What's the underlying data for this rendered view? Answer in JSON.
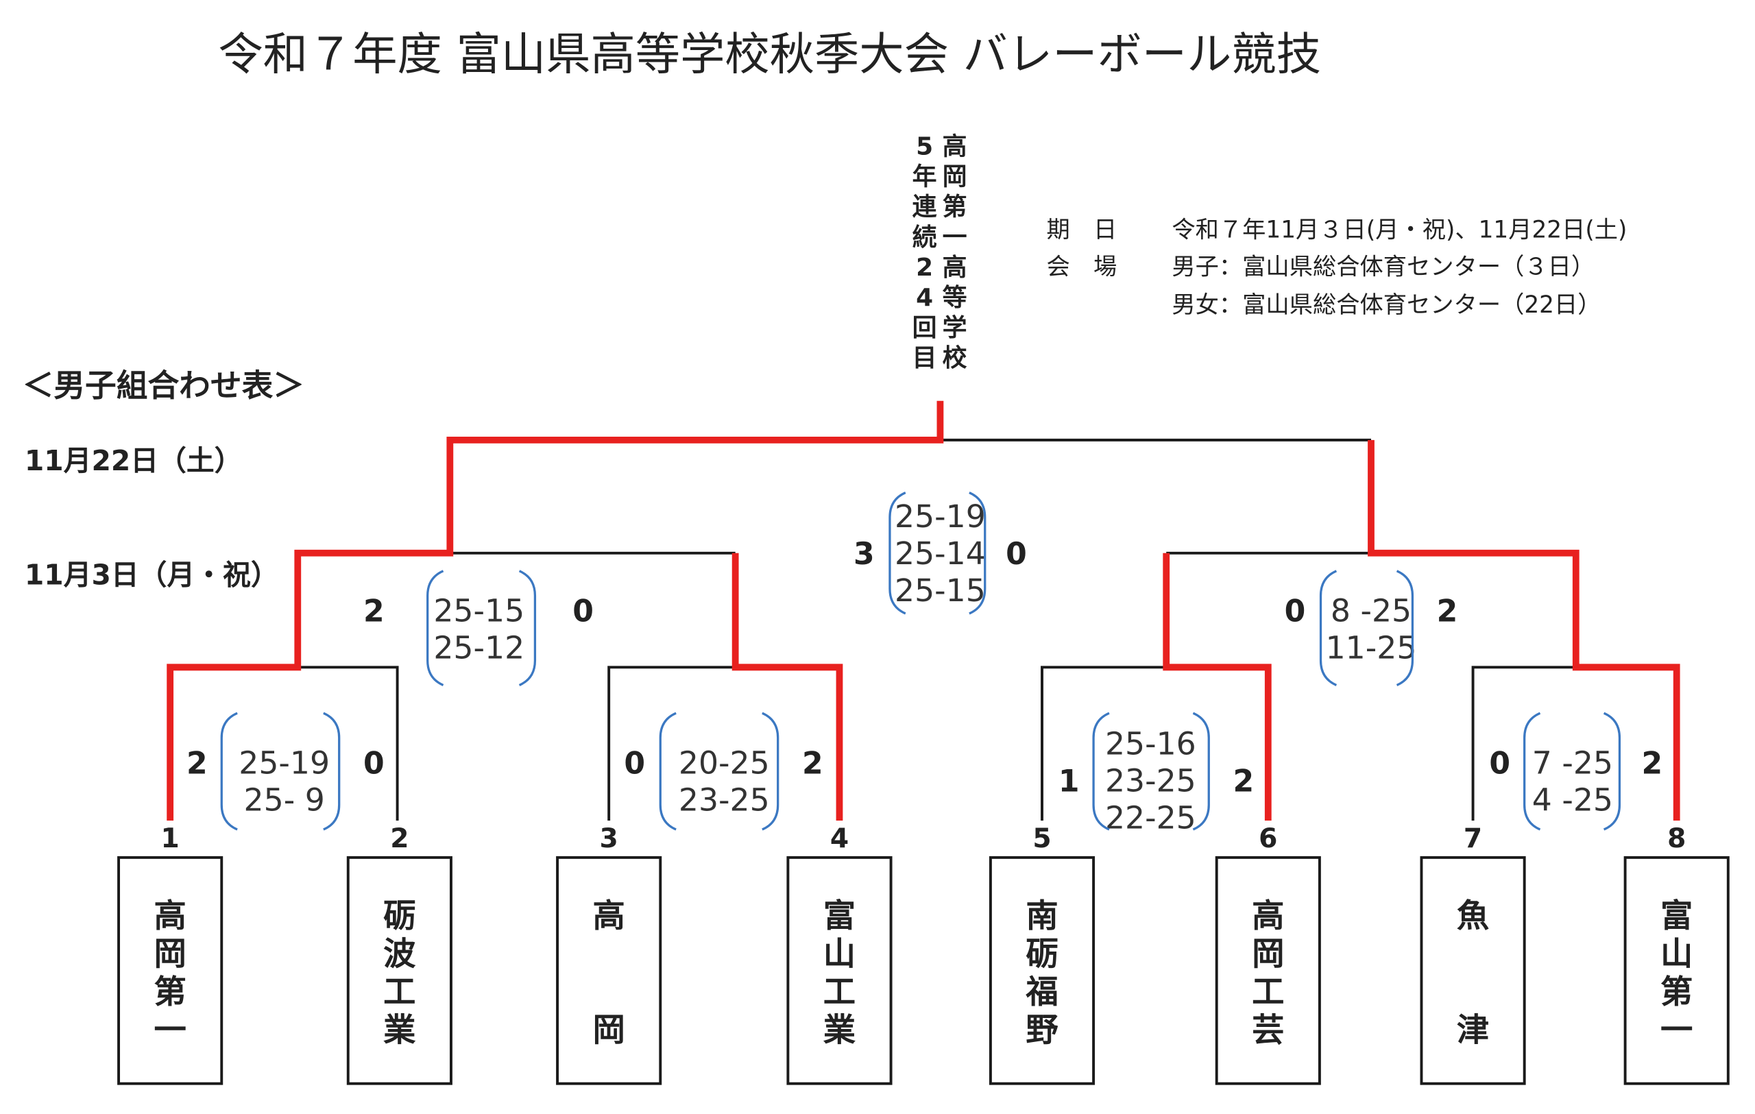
{
  "title": "令和７年度 富山県高等学校秋季大会 バレーボール競技",
  "champion": {
    "record_vertical": [
      "5",
      "年",
      "連",
      "続",
      "2",
      "4",
      "回",
      "目"
    ],
    "school_vertical": [
      "高",
      "岡",
      "第",
      "一",
      "高",
      "等",
      "学",
      "校"
    ]
  },
  "info": {
    "date_label": "期　日",
    "date_value": "令和７年11月３日(月・祝)、11月22日(土)",
    "venue_label": "会　場",
    "venue_boys": "男子：富山県総合体育センター（３日）",
    "venue_mixed": "男女：富山県総合体育センター（22日）"
  },
  "section_title": "＜男子組合わせ表＞",
  "round_dates": {
    "final": "11月22日（土）",
    "earlier": "11月3日（月・祝）"
  },
  "teams": [
    {
      "seed": "1",
      "name": [
        "高",
        "岡",
        "第",
        "一"
      ]
    },
    {
      "seed": "2",
      "name": [
        "砺",
        "波",
        "工",
        "業"
      ]
    },
    {
      "seed": "3",
      "name": [
        "高",
        "",
        "",
        "岡"
      ]
    },
    {
      "seed": "4",
      "name": [
        "富",
        "山",
        "工",
        "業"
      ]
    },
    {
      "seed": "5",
      "name": [
        "南",
        "砺",
        "福",
        "野"
      ]
    },
    {
      "seed": "6",
      "name": [
        "高",
        "岡",
        "工",
        "芸"
      ]
    },
    {
      "seed": "7",
      "name": [
        "魚",
        "",
        "",
        "津"
      ]
    },
    {
      "seed": "8",
      "name": [
        "富",
        "山",
        "第",
        "一"
      ]
    }
  ],
  "matches": [
    {
      "round": "QF",
      "left_sets": "2",
      "right_sets": "0",
      "scores": [
        "25-19",
        "25- 9"
      ]
    },
    {
      "round": "QF",
      "left_sets": "0",
      "right_sets": "2",
      "scores": [
        "20-25",
        "23-25"
      ]
    },
    {
      "round": "QF",
      "left_sets": "1",
      "right_sets": "2",
      "scores": [
        "25-16",
        "23-25",
        "22-25"
      ]
    },
    {
      "round": "QF",
      "left_sets": "0",
      "right_sets": "2",
      "scores": [
        "7 -25",
        "4 -25"
      ]
    },
    {
      "round": "SF",
      "left_sets": "2",
      "right_sets": "0",
      "scores": [
        "25-15",
        "25-12"
      ]
    },
    {
      "round": "SF",
      "left_sets": "0",
      "right_sets": "2",
      "scores": [
        "8 -25",
        "11-25"
      ]
    },
    {
      "round": "F",
      "left_sets": "3",
      "right_sets": "0",
      "scores": [
        "25-19",
        "25-14",
        "25-15"
      ]
    }
  ],
  "colors": {
    "winner_line": "#e8211f",
    "score_bracket": "#3b78c2",
    "line": "#1a1a1a"
  }
}
